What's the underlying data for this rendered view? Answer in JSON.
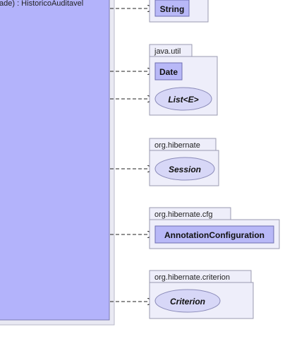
{
  "diagram": {
    "source_class": {
      "visible_text": "ade) : HistoricoAuditavel"
    },
    "dependencies": [
      {
        "package": "",
        "items": [
          {
            "name": "String",
            "kind": "class"
          }
        ]
      },
      {
        "package": "java.util",
        "items": [
          {
            "name": "Date",
            "kind": "class"
          },
          {
            "name": "List<E>",
            "kind": "interface"
          }
        ]
      },
      {
        "package": "org.hibernate",
        "items": [
          {
            "name": "Session",
            "kind": "interface"
          }
        ]
      },
      {
        "package": "org.hibernate.cfg",
        "items": [
          {
            "name": "AnnotationConfiguration",
            "kind": "class"
          }
        ]
      },
      {
        "package": "org.hibernate.criterion",
        "items": [
          {
            "name": "Criterion",
            "kind": "interface"
          }
        ]
      }
    ],
    "colors": {
      "source_fill": "#b3b3fb",
      "source_stroke": "#7b7bb3",
      "package_fill": "#eeeefa",
      "package_stroke": "#9a9ab0",
      "class_fill": "#b8b8f7",
      "class_stroke": "#6e6eb0",
      "interface_fill": "#d7d7f7",
      "interface_stroke": "#8a8ab8",
      "arrow": "#222222"
    }
  }
}
